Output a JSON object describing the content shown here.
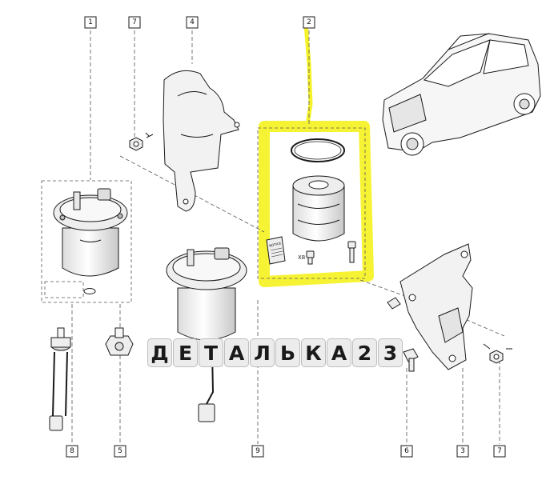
{
  "callouts": [
    {
      "id": "c1",
      "label": "1"
    },
    {
      "id": "c7a",
      "label": "7"
    },
    {
      "id": "c4",
      "label": "4"
    },
    {
      "id": "c2",
      "label": "2"
    },
    {
      "id": "c8",
      "label": "8"
    },
    {
      "id": "c5",
      "label": "5"
    },
    {
      "id": "c9",
      "label": "9"
    },
    {
      "id": "c6",
      "label": "6"
    },
    {
      "id": "c3",
      "label": "3"
    },
    {
      "id": "c7b",
      "label": "7"
    }
  ],
  "quantity_label": "X8",
  "kit_leaflet_label": "NOTICE",
  "watermark": {
    "text": "ДЕТАЛЬКА23",
    "letters": [
      "Д",
      "Е",
      "Т",
      "А",
      "Л",
      "Ь",
      "К",
      "А",
      "2",
      "3"
    ],
    "tile_color": "#ececec",
    "text_color": "#1a1a1a"
  },
  "colors": {
    "line": "#1a1a1a",
    "part_fill": "#f2f2f2",
    "highlight": "#f5f22a",
    "dash": "#555555"
  },
  "icons": [
    "filter-housing-icon",
    "fuel-filter-cartridge-icon",
    "seal-ring-icon",
    "bolt-icon",
    "nut-icon",
    "bracket-icon",
    "heat-shield-icon",
    "sensor-icon",
    "car-icon"
  ]
}
